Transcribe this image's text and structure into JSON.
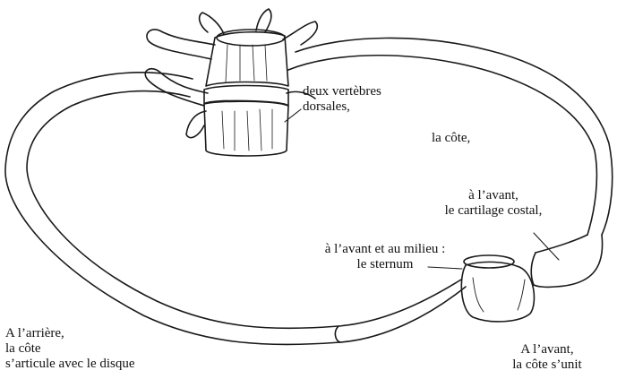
{
  "labels": {
    "vertebrae": {
      "line1": "deux vertèbres",
      "line2": "dorsales,"
    },
    "rib": {
      "line1": "la côte,"
    },
    "cartilage": {
      "line1": "à l’avant,",
      "line2": "le cartilage costal,"
    },
    "sternum": {
      "line1": "à l’avant et au milieu :",
      "line2": "le sternum"
    },
    "back": {
      "line1": "A l’arrière,",
      "line2": "la côte",
      "line3": "s’articule avec le disque"
    },
    "front": {
      "line1": "A l’avant,",
      "line2": "la côte s’unit"
    }
  }
}
